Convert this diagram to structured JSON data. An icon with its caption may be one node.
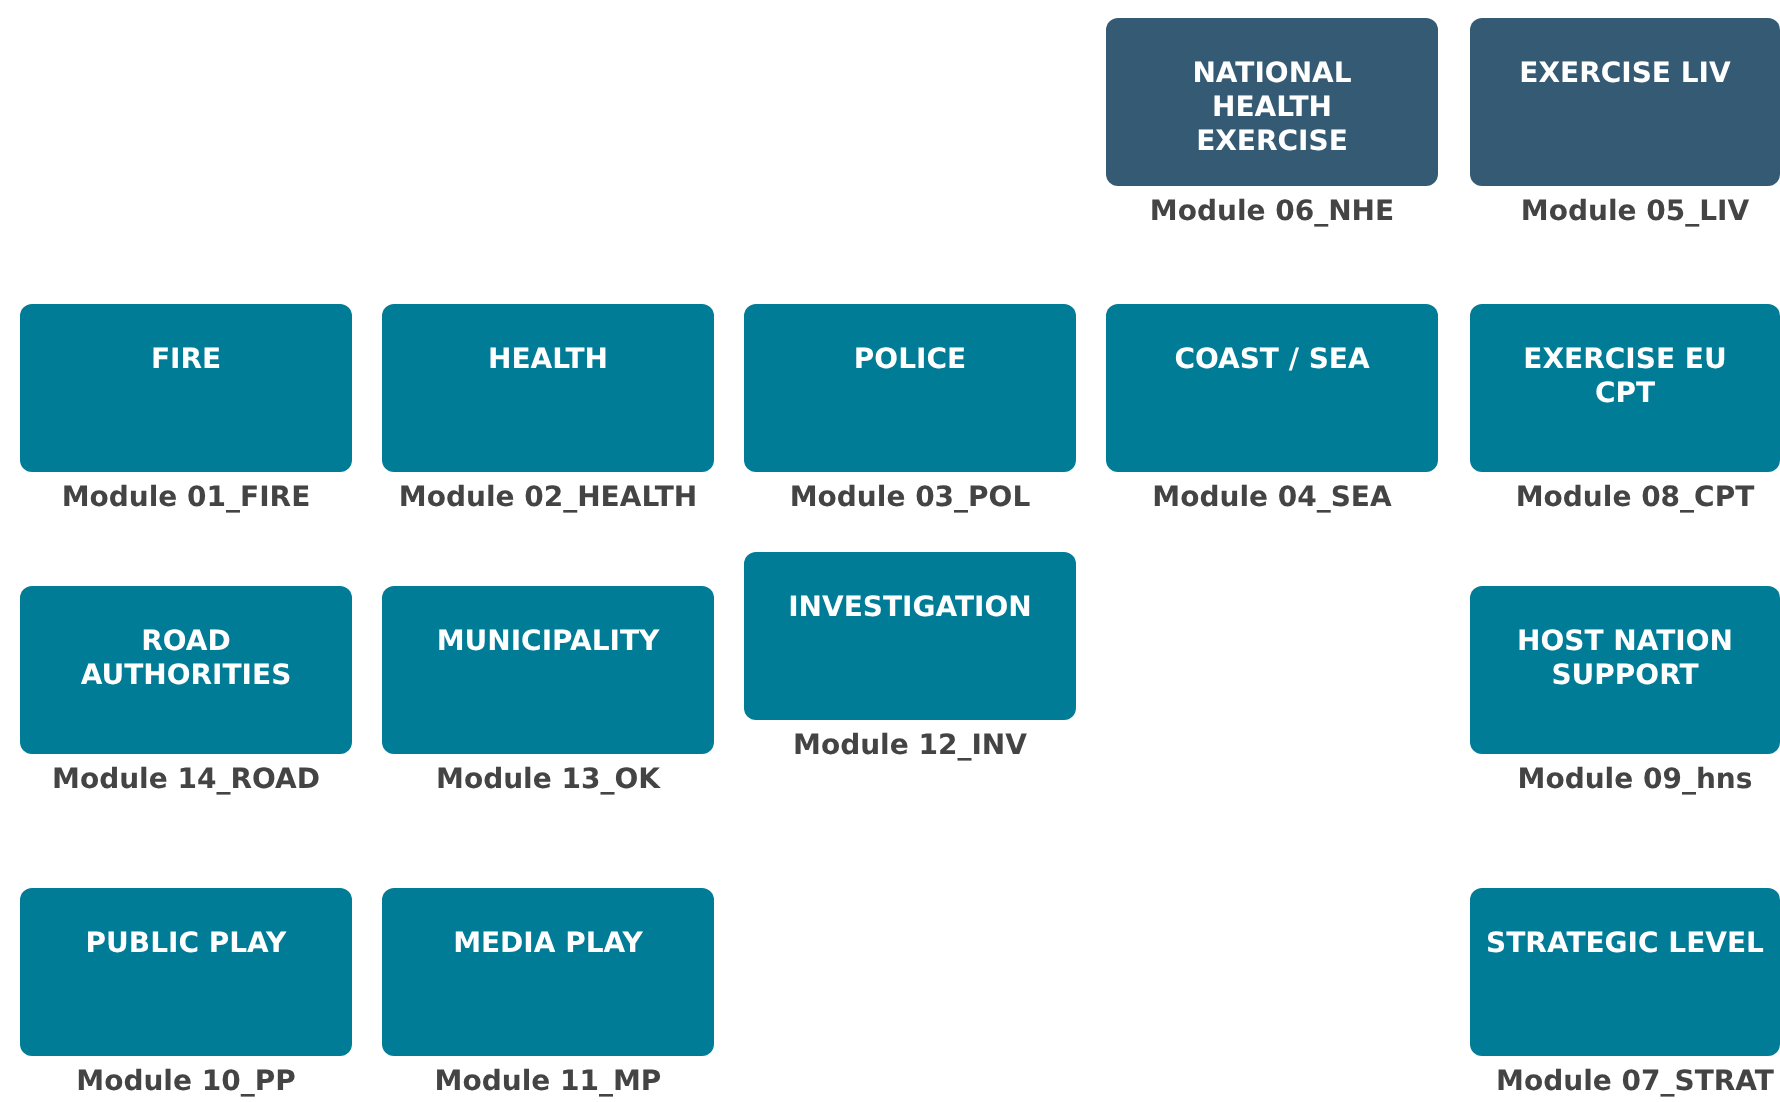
{
  "diagram": {
    "nodes": [
      {
        "text": [
          "NATIONAL HEALTH EXERCISE"
        ],
        "beside": [
          "Module 06_NHE"
        ]
      },
      {
        "text": [
          "EXERCISE LIV"
        ],
        "beside": [
          "Module 05_LIV"
        ]
      },
      {
        "text": [
          "FIRE"
        ],
        "beside": [
          "Module 01_FIRE"
        ]
      },
      {
        "text": [
          "HEALTH"
        ],
        "beside": [
          "Module 02_HEALTH"
        ]
      },
      {
        "text": [
          "POLICE"
        ],
        "beside": [
          "Module 03_POL"
        ]
      },
      {
        "text": [
          "COAST / SEA"
        ],
        "beside": [
          "Module 04_SEA"
        ]
      },
      {
        "text": [
          "EXERCISE EU CPT"
        ],
        "beside": [
          "Module 08_CPT"
        ]
      },
      {
        "text": [
          "ROAD AUTHORITIES"
        ],
        "beside": [
          "Module 14_ROAD"
        ]
      },
      {
        "text": [
          "MUNICIPALITY"
        ],
        "beside": [
          "Module 13_OK"
        ]
      },
      {
        "text": [
          "INVESTIGATION"
        ],
        "beside": [
          "Module 12_INV"
        ]
      },
      {
        "text": [
          "HOST NATION SUPPORT"
        ],
        "beside": [
          "Module 09_hns"
        ]
      },
      {
        "text": [
          "PUBLIC PLAY"
        ],
        "beside": [
          "Module 10_PP"
        ]
      },
      {
        "text": [
          "MEDIA PLAY"
        ],
        "beside": [
          "Module 11_MP"
        ]
      },
      {
        "text": [
          "STRATEGIC LEVEL"
        ],
        "beside": [
          "Module 07_STRAT"
        ]
      }
    ]
  }
}
